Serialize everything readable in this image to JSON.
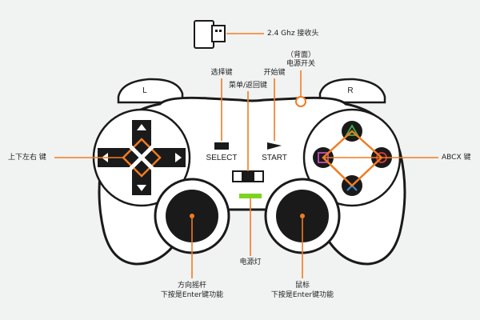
{
  "colors": {
    "background": "#f1f2f2",
    "outline": "#1a1a1a",
    "accent": "#f07c22",
    "led": "#7ed321",
    "triangle": "#3fae49",
    "circle": "#e03a3a",
    "square": "#c44bbb",
    "cross": "#3d8fd6"
  },
  "labels": {
    "receiver": "2.4 Ghz 接收头",
    "power_switch_back": "（背面）",
    "power_switch": "电源开关",
    "select_key": "选择键",
    "start_key": "开始键",
    "menu_return_key": "菜单/返回键",
    "dpad": "上下左右 键",
    "abcx": "ABCX 键",
    "power_led": "电源灯",
    "left_stick_line1": "方向摇杆",
    "left_stick_line2": "下按是Enter键功能",
    "right_stick_line1": "鼠标",
    "right_stick_line2": "下按是Enter键功能"
  },
  "controller": {
    "shoulder_left": "L",
    "shoulder_right": "R",
    "select_text": "SELECT",
    "start_text": "START"
  },
  "icons": {
    "receiver": "usb-dongle-icon",
    "triangle": "triangle-button-icon",
    "circle": "circle-button-icon",
    "cross": "cross-button-icon",
    "square": "square-button-icon"
  }
}
